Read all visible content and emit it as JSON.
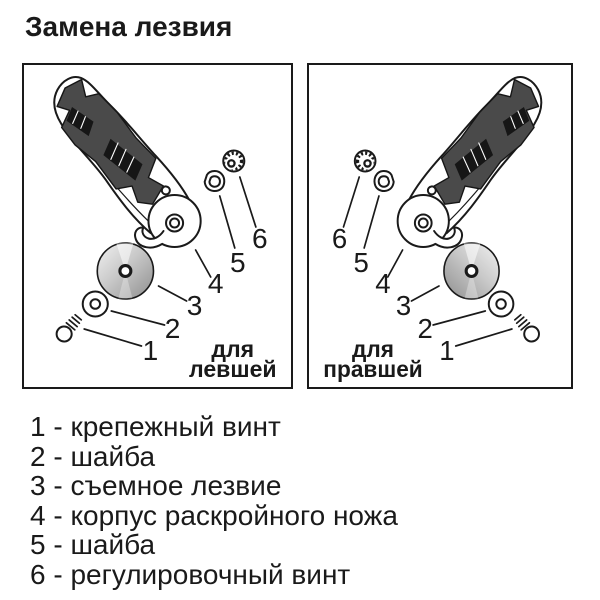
{
  "title": "Замена лезвия",
  "panels": {
    "left": {
      "caption": [
        "для",
        "левшей"
      ]
    },
    "right": {
      "caption": [
        "для",
        "правшей"
      ]
    }
  },
  "callout_numbers": [
    "1",
    "2",
    "3",
    "4",
    "5",
    "6"
  ],
  "legend": {
    "items": [
      "1 - крепежный винт",
      "2 - шайба",
      "3 - съемное лезвие",
      "4 - корпус раскройного ножа",
      "5 - шайба",
      "6 - регулировочный винт"
    ]
  },
  "colors": {
    "outline": "#1a1a1a",
    "grip": "#4a4a4a",
    "blade_light": "#f2f2f2",
    "blade_dark": "#8e8e8e",
    "background": "#ffffff"
  }
}
